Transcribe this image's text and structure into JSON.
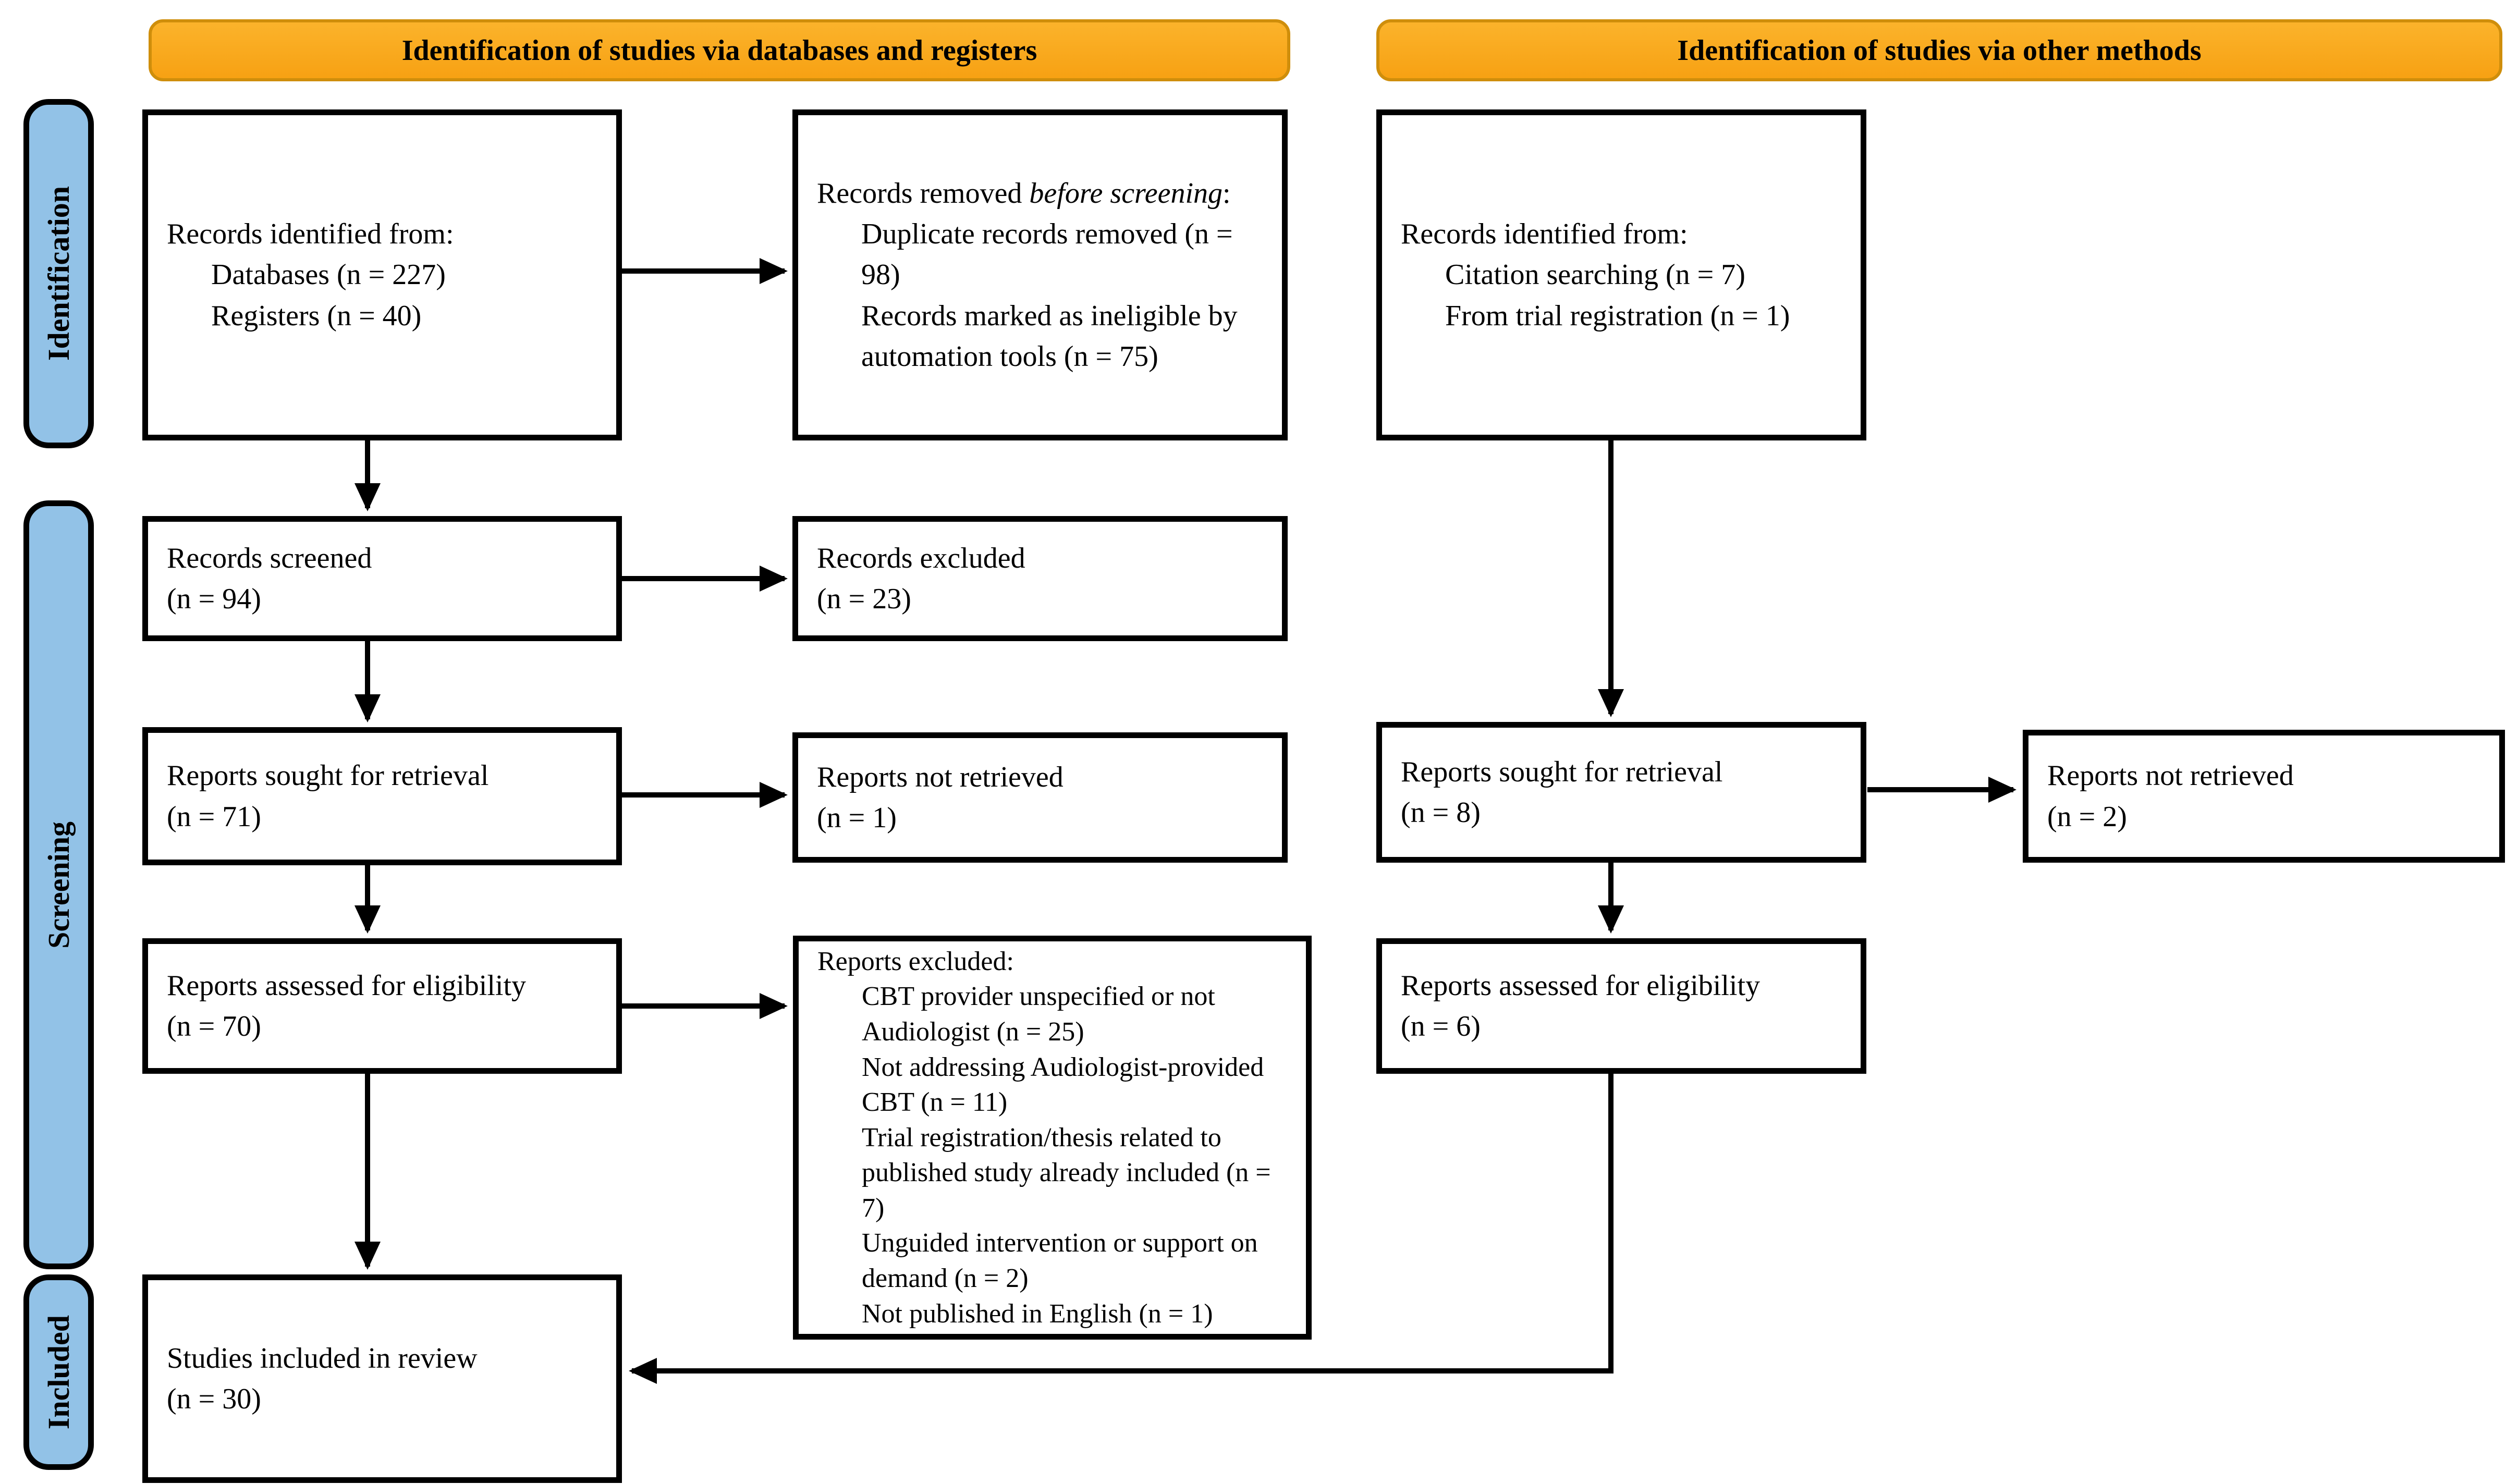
{
  "headers": {
    "left": "Identification of studies via databases and registers",
    "right": "Identification of studies via other methods"
  },
  "stage_labels": {
    "identification": "Identification",
    "screening": "Screening",
    "included": "Included"
  },
  "boxes": {
    "records_identified_databases": {
      "lead": "Records identified from:",
      "items": [
        "Databases (n = 227)",
        "Registers (n = 40)"
      ]
    },
    "records_removed": {
      "lead_pre": "Records removed ",
      "lead_italic": "before screening",
      "lead_post": ":",
      "items": [
        "Duplicate records removed (n = 98)",
        "Records marked as ineligible by automation tools (n = 75)"
      ]
    },
    "records_identified_other": {
      "lead": "Records identified from:",
      "items": [
        "Citation searching (n = 7)",
        "From trial registration (n = 1)"
      ]
    },
    "records_screened": {
      "line1": "Records screened",
      "line2": "(n = 94)"
    },
    "records_excluded": {
      "line1": "Records excluded",
      "line2": "(n = 23)"
    },
    "reports_sought_db": {
      "line1": "Reports sought for retrieval",
      "line2": "(n = 71)"
    },
    "reports_not_retrieved_db": {
      "line1": "Reports not retrieved",
      "line2": "(n = 1)"
    },
    "reports_sought_other": {
      "line1": "Reports sought for retrieval",
      "line2": "(n = 8)"
    },
    "reports_not_retrieved_other": {
      "line1": "Reports not retrieved",
      "line2": "(n = 2)"
    },
    "reports_assessed_db": {
      "line1": "Reports assessed for eligibility",
      "line2": "(n = 70)"
    },
    "reports_assessed_other": {
      "line1": "Reports assessed for eligibility",
      "line2": "(n = 6)"
    },
    "reports_excluded": {
      "lead": "Reports excluded:",
      "items": [
        "CBT provider unspecified or not Audiologist (n = 25)",
        "Not addressing Audiologist-provided CBT (n = 11)",
        "Trial registration/thesis related to published study already included (n = 7)",
        "Unguided intervention or support on demand (n = 2)",
        "Not published in English (n = 1)"
      ]
    },
    "studies_included": {
      "line1": "Studies included in review",
      "line2": "(n = 30)"
    }
  },
  "colors": {
    "header_fill": "#F9A822",
    "header_border": "#CF8E0B",
    "stage_fill": "#92C2E7",
    "box_border": "#000000"
  }
}
